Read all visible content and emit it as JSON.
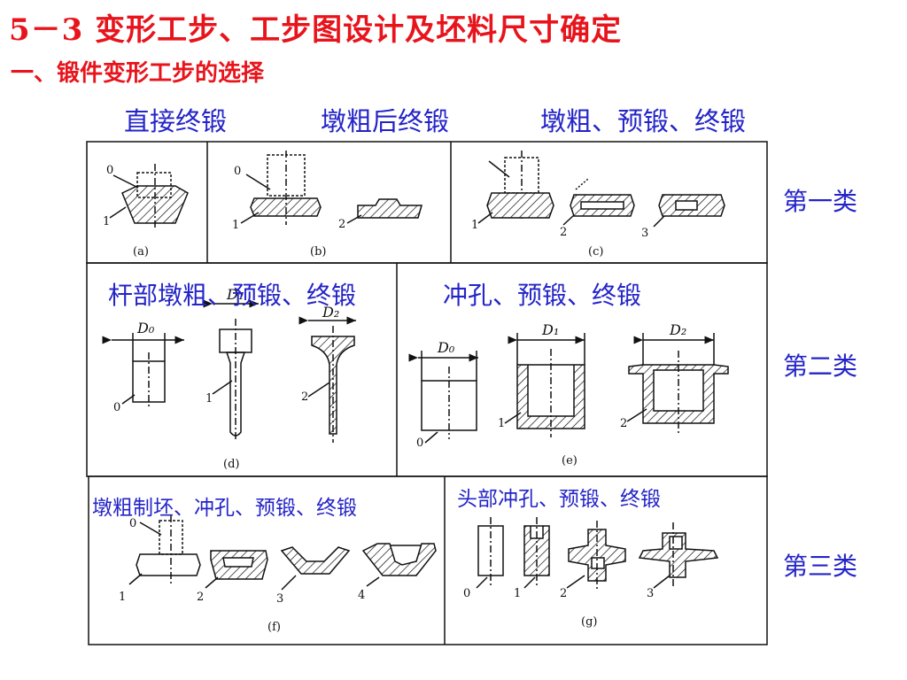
{
  "title": "5－3 变形工步、工步图设计及坯料尺寸确定",
  "subtitle": "一、锻件变形工步的选择",
  "headers": {
    "direct": "直接终锻",
    "upset_final": "墩粗后终锻",
    "upset_pre_final": "墩粗、预锻、终锻",
    "rod_upset": "杆部墩粗、预锻、终锻",
    "punch_pre_final": "冲孔、预锻、终锻",
    "upset_blank_punch": "墩粗制坯、冲孔、预锻、终锻",
    "head_punch": "头部冲孔、预锻、终锻"
  },
  "classes": {
    "first": "第一类",
    "second": "第二类",
    "third": "第三类"
  },
  "figure": {
    "captions": [
      "(a)",
      "(b)",
      "(c)",
      "(d)",
      "(e)",
      "(f)",
      "(g)"
    ],
    "step_numbers": [
      "0",
      "1",
      "2",
      "3",
      "4"
    ],
    "dims": {
      "d0": "D₀",
      "d1": "D₁",
      "d2": "D₂"
    }
  },
  "colors": {
    "title": "#e8141c",
    "annotation": "#2424c8",
    "line": "#111111"
  }
}
